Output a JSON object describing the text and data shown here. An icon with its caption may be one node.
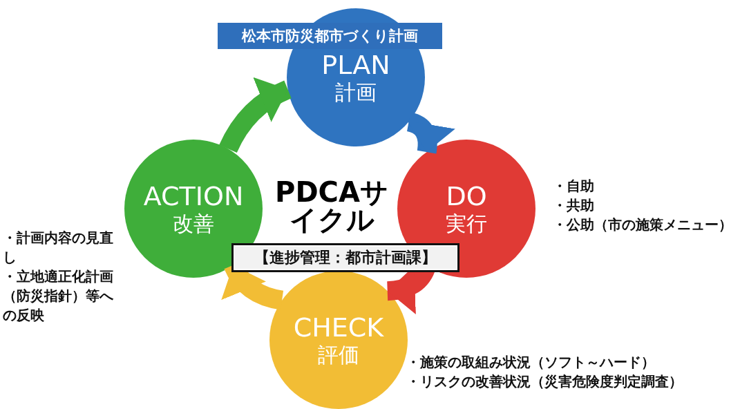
{
  "diagram": {
    "title": "PDCAサイクル",
    "nodes": [
      {
        "text": [
          "松本市防災都市づくり計画"
        ]
      },
      {
        "text": [
          "PLAN",
          "計画"
        ]
      },
      {
        "text": [
          "DO",
          "実行"
        ],
        "beside": [
          "・自助",
          "・共助",
          "・公助（市の施策メニュー）"
        ]
      },
      {
        "text": [
          "CHECK",
          "評価"
        ],
        "beside": [
          "・施策の取組み状況（ソフト～ハード）",
          "・リスクの改善状況（災害危険度判定調査）"
        ]
      },
      {
        "text": [
          "ACTION",
          "改善"
        ],
        "beside": [
          "・計画内容の見直し",
          "・立地適正化計画（防災指針）等への反映"
        ]
      },
      {
        "text": [
          "【進捗管理：都市計画課】"
        ]
      }
    ],
    "edges": [
      {
        "from": 1,
        "to": 2,
        "arrow": "to",
        "color": "#2f74c0"
      },
      {
        "from": 2,
        "to": 3,
        "arrow": "to",
        "color": "#e03a35"
      },
      {
        "from": 3,
        "to": 4,
        "arrow": "to",
        "color": "#f2bd35"
      },
      {
        "from": 4,
        "to": 1,
        "arrow": "to",
        "color": "#3fae3a"
      }
    ]
  }
}
